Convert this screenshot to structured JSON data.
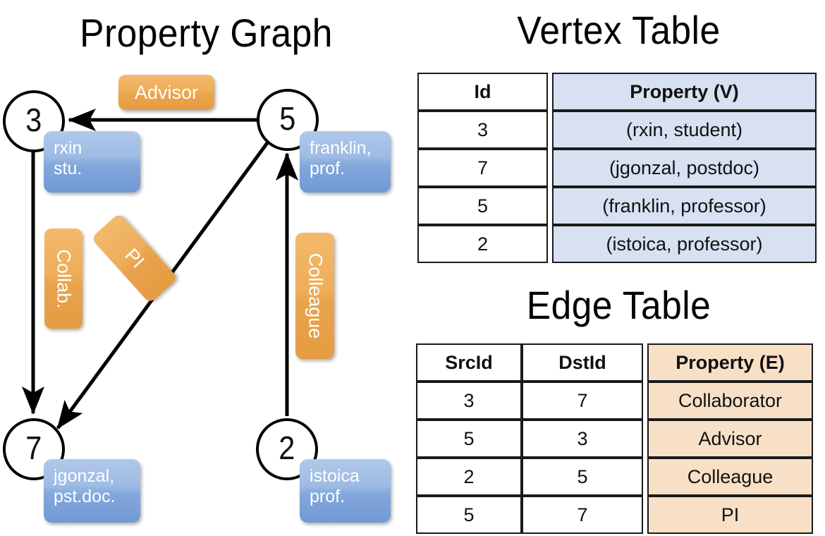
{
  "titles": {
    "property_graph": "Property Graph",
    "vertex_table": "Vertex Table",
    "edge_table": "Edge Table"
  },
  "colors": {
    "vertex_property_fill": "#d7e1f2",
    "edge_property_fill": "#f8e0c6",
    "blue_box": "#9dbbe4",
    "orange_box": "#eeae5b",
    "stroke": "#1a1a1a"
  },
  "graph": {
    "nodes": [
      {
        "id": "3",
        "property": "rxin\nstu.",
        "line1": "rxin",
        "line2": "stu."
      },
      {
        "id": "5",
        "property": "franklin,\nprof.",
        "line1": "franklin,",
        "line2": "prof."
      },
      {
        "id": "7",
        "property": "jgonzal,\npst.doc.",
        "line1": "jgonzal,",
        "line2": "pst.doc."
      },
      {
        "id": "2",
        "property": "istoica\nprof.",
        "line1": "istoica",
        "line2": "prof."
      }
    ],
    "edge_labels": [
      {
        "key": "advisor",
        "label": "Advisor",
        "src": "5",
        "dst": "3"
      },
      {
        "key": "collab",
        "label": "Collab.",
        "src": "3",
        "dst": "7"
      },
      {
        "key": "pi",
        "label": "PI",
        "src": "5",
        "dst": "7"
      },
      {
        "key": "colleague",
        "label": "Colleague",
        "src": "2",
        "dst": "5"
      }
    ]
  },
  "vertex_table": {
    "headers": [
      "Id",
      "Property (V)"
    ],
    "rows": [
      {
        "id": "3",
        "property": "(rxin, student)"
      },
      {
        "id": "7",
        "property": "(jgonzal, postdoc)"
      },
      {
        "id": "5",
        "property": "(franklin, professor)"
      },
      {
        "id": "2",
        "property": "(istoica, professor)"
      }
    ]
  },
  "edge_table": {
    "headers": [
      "SrcId",
      "DstId",
      "Property (E)"
    ],
    "rows": [
      {
        "src": "3",
        "dst": "7",
        "property": "Collaborator"
      },
      {
        "src": "5",
        "dst": "3",
        "property": "Advisor"
      },
      {
        "src": "2",
        "dst": "5",
        "property": "Colleague"
      },
      {
        "src": "5",
        "dst": "7",
        "property": "PI"
      }
    ]
  }
}
